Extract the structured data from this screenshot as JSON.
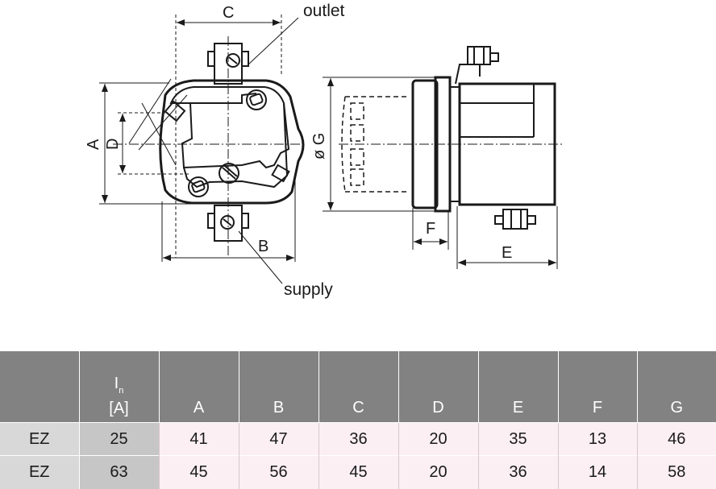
{
  "drawing": {
    "labels": {
      "outlet": "outlet",
      "supply": "supply",
      "A": "A",
      "B": "B",
      "C": "C",
      "D": "D",
      "E": "E",
      "F": "F",
      "G": "ø G"
    }
  },
  "table": {
    "header": {
      "current_symbol": "I",
      "current_subscript": "n",
      "current_unit": "[A]",
      "dims": [
        "A",
        "B",
        "C",
        "D",
        "E",
        "F",
        "G"
      ]
    },
    "rows": [
      {
        "type": "EZ",
        "current": "25",
        "dims": [
          "41",
          "47",
          "36",
          "20",
          "35",
          "13",
          "46"
        ]
      },
      {
        "type": "EZ",
        "current": "63",
        "dims": [
          "45",
          "56",
          "45",
          "20",
          "36",
          "14",
          "58"
        ]
      }
    ]
  },
  "colors": {
    "header_bg": "#828282",
    "type_col_bg": "#d8d8d8",
    "current_col_bg": "#c6c6c6",
    "dims_bg": "#fbeff4"
  }
}
